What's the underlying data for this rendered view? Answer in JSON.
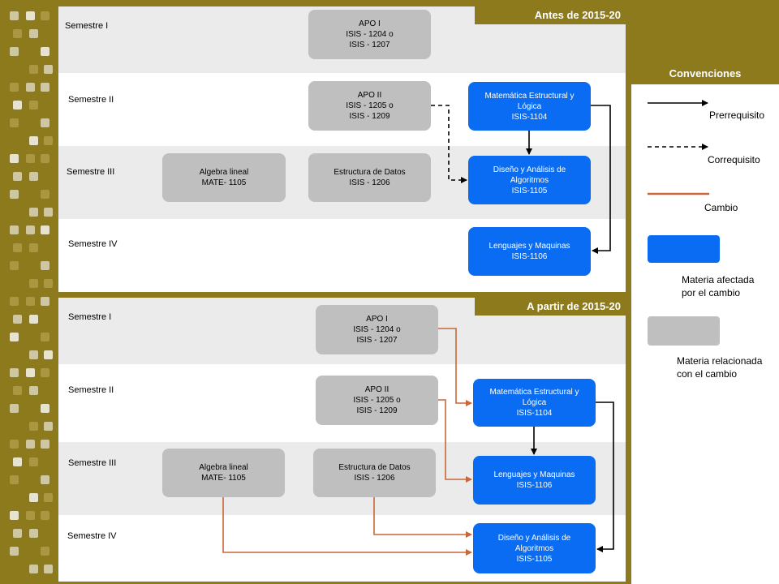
{
  "before": {
    "banner": "Antes de 2015-20",
    "semesters": [
      "Semestre I",
      "Semestre II",
      "Semestre III",
      "Semestre IV"
    ],
    "boxes": {
      "apo1": [
        "APO I",
        "ISIS - 1204 o",
        "ISIS - 1207"
      ],
      "apo2": [
        "APO II",
        "ISIS - 1205 o",
        "ISIS - 1209"
      ],
      "mate_estructural": [
        "Matemática Estructural y",
        "Lógica",
        "ISIS-1104"
      ],
      "algebra": [
        "Algebra lineal",
        "MATE- 1105"
      ],
      "estructura": [
        "Estructura de Datos",
        "ISIS - 1206"
      ],
      "diseno": [
        "Diseño y Análisis de",
        "Algoritmos",
        "ISIS-1105"
      ],
      "lenguajes": [
        "Lenguajes y Maquinas",
        "ISIS-1106"
      ]
    }
  },
  "after": {
    "banner": "A partir de 2015-20",
    "semesters": [
      "Semestre I",
      "Semestre II",
      "Semestre III",
      "Semestre IV"
    ],
    "boxes": {
      "apo1": [
        "APO I",
        "ISIS - 1204 o",
        "ISIS - 1207"
      ],
      "apo2": [
        "APO II",
        "ISIS - 1205 o",
        "ISIS - 1209"
      ],
      "mate_estructural": [
        "Matemática Estructural y",
        "Lógica",
        "ISIS-1104"
      ],
      "algebra": [
        "Algebra lineal",
        "MATE- 1105"
      ],
      "estructura": [
        "Estructura de Datos",
        "ISIS - 1206"
      ],
      "lenguajes": [
        "Lenguajes y Maquinas",
        "ISIS-1106"
      ],
      "diseno": [
        "Diseño y Análisis de",
        "Algoritmos",
        "ISIS-1105"
      ]
    }
  },
  "legend": {
    "title": "Convenciones",
    "prerrequisito": "Prerrequisito",
    "correquisito": "Correquisito",
    "cambio": "Cambio",
    "afectada": [
      "Materia afectada",
      "por el cambio"
    ],
    "relacionada": [
      "Materia relacionada",
      "con el cambio"
    ]
  },
  "colors": {
    "frame": "#8d7a1d",
    "affected": "#0a6cf3",
    "related": "#bfbfbf",
    "change": "#c8673a"
  }
}
